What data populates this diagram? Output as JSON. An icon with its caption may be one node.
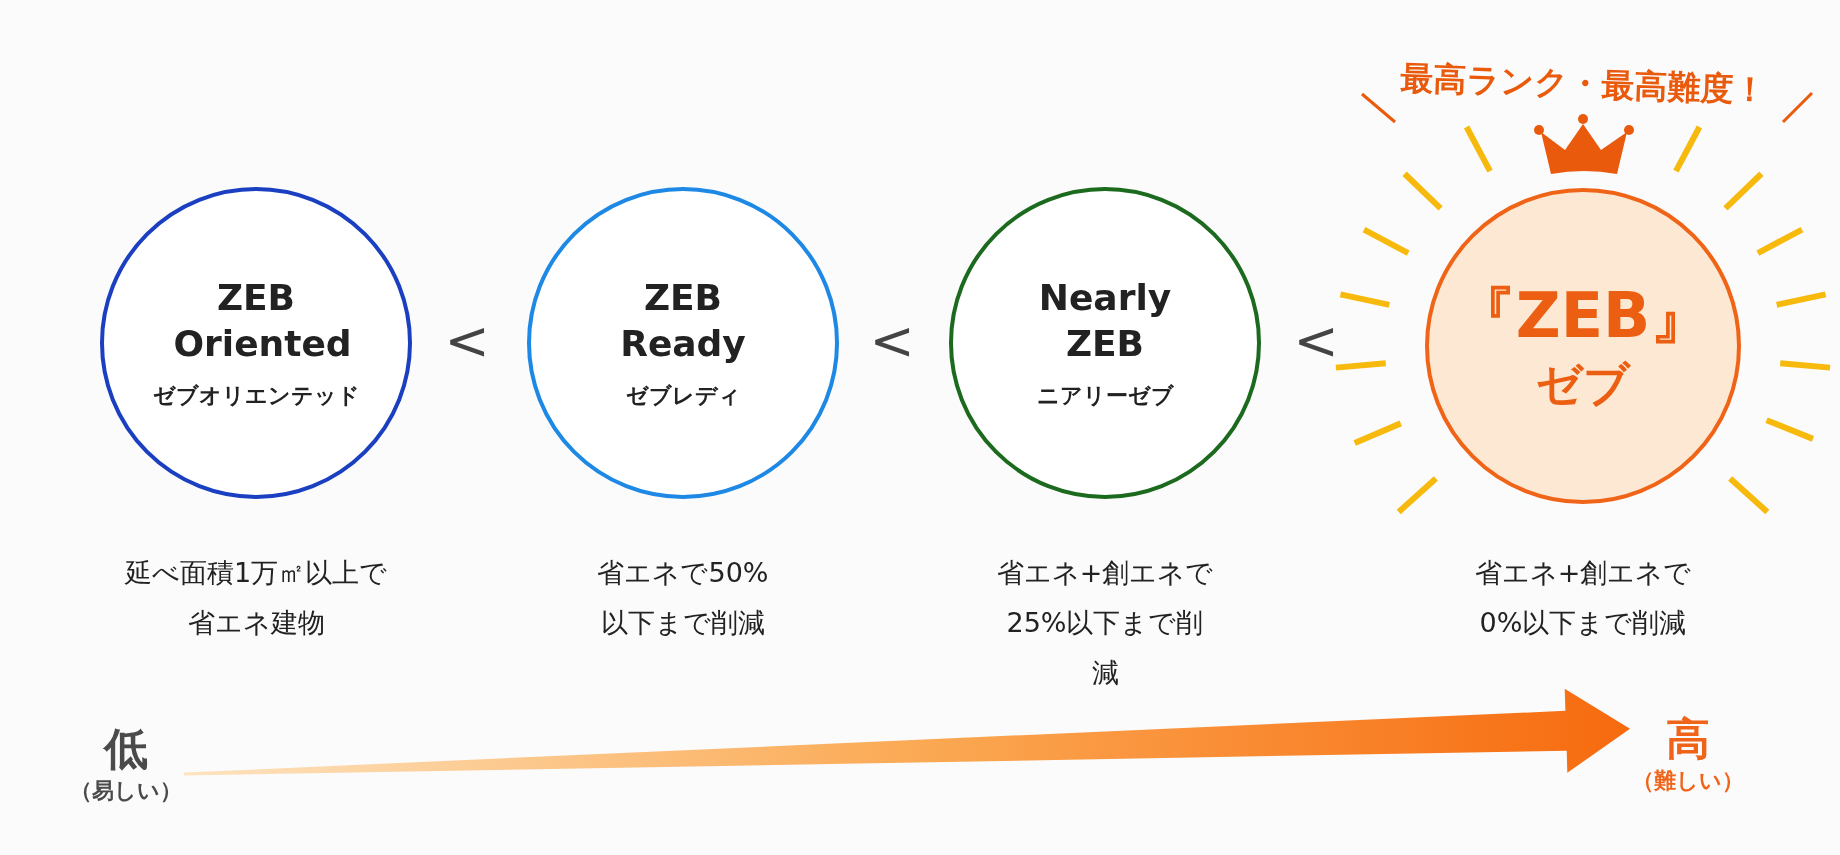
{
  "diagram": {
    "nodes": [
      {
        "text": [
          "ZEB Oriented",
          "ゼブオリエンテッド"
        ],
        "beside": [
          "延べ面積1万㎡以上で省エネ建物"
        ]
      },
      {
        "text": [
          "ZEB Ready",
          "ゼブレディ"
        ],
        "beside": [
          "省エネで50%以下まで削減"
        ]
      },
      {
        "text": [
          "Nearly ZEB",
          "ニアリーゼブ"
        ],
        "beside": [
          "省エネ+創エネで25%以下まで削減"
        ]
      },
      {
        "text": [
          "『ZEB』",
          "ゼブ"
        ],
        "beside": [
          "最高ランク・最高難度！",
          "省エネ+創エネで0%以下まで削減"
        ]
      },
      {
        "text": [
          "低",
          "（易しい）"
        ]
      },
      {
        "text": [
          "高",
          "（難しい）"
        ]
      }
    ],
    "edges": [
      {
        "from": 4,
        "to": 5,
        "arrow": "to",
        "style": "thick"
      }
    ],
    "labels": [
      "<",
      "<",
      "<"
    ]
  }
}
